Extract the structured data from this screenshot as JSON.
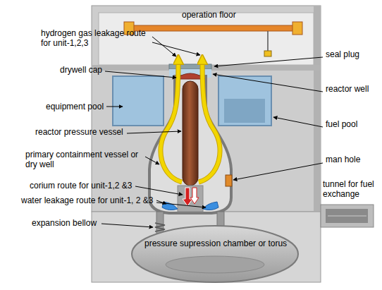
{
  "diagram": {
    "labels": [
      "operation floor",
      "hydrogen gas leakage route for unit-1,2,3",
      "seal plug",
      "drywell cap",
      "reactor well",
      "equipment pool",
      "fuel pool",
      "reactor pressure vessel",
      "primary containment vessel or dry well",
      "man hole",
      "corium route for unit-1,2 &3",
      "tunnel for fuel exchange",
      "water leakage route for unit-1, 2 &3",
      "expansion bellow",
      "pressure supression chamber or torus"
    ]
  }
}
